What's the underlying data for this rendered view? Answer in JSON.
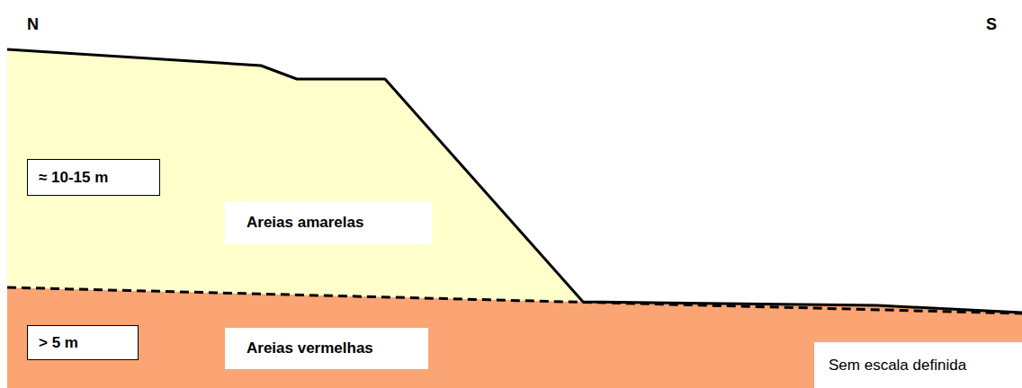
{
  "diagram": {
    "nodes": [
      {
        "text": [
          "≈ 10-15 m"
        ]
      },
      {
        "text": [
          "Areias amarelas"
        ]
      },
      {
        "text": [
          "> 5 m"
        ]
      },
      {
        "text": [
          "Areias vermelhas"
        ]
      },
      {
        "text": [
          "Sem escala definida"
        ]
      }
    ],
    "labels": [
      "N",
      "S"
    ]
  }
}
